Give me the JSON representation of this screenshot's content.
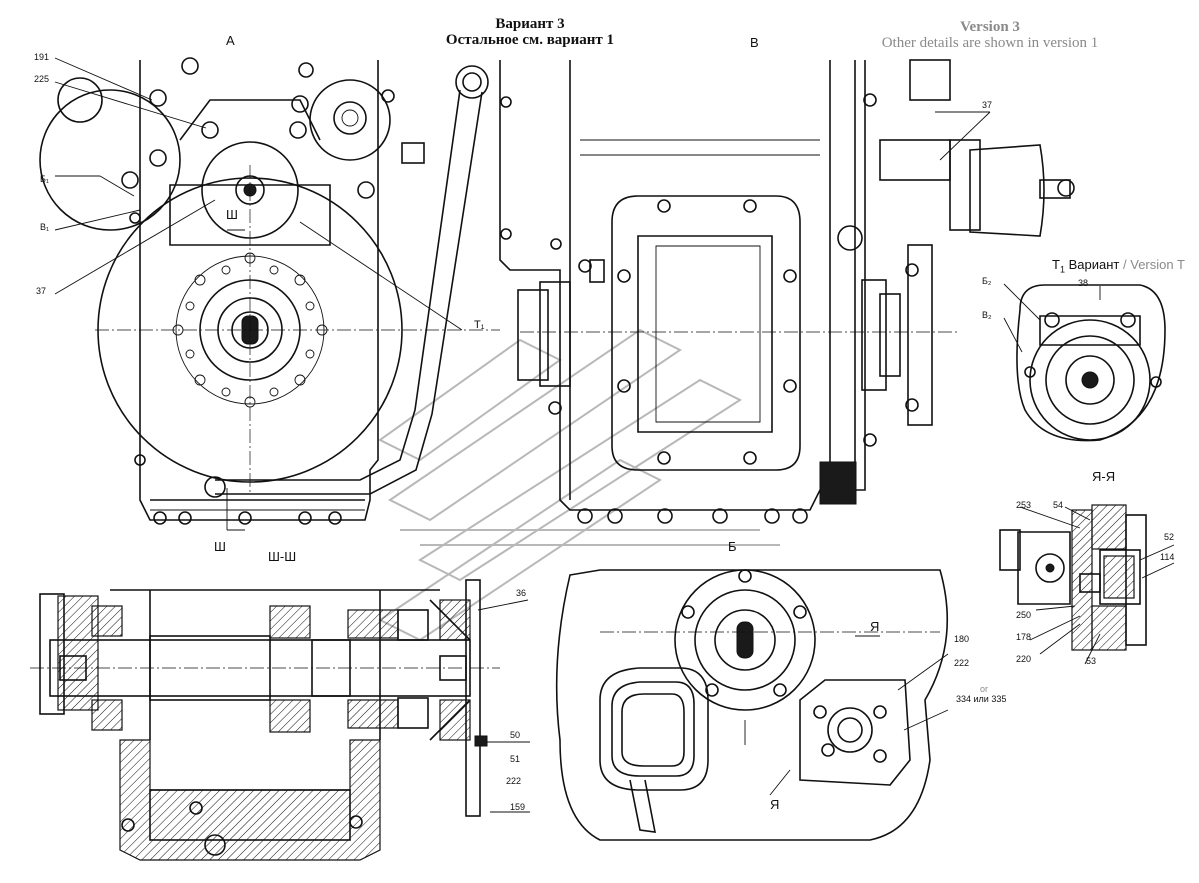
{
  "title": {
    "ru_line1": "Вариант 3",
    "ru_line2": "Остальное см. вариант 1",
    "en_line1": "Version 3",
    "en_line2": "Other details are shown in version 1"
  },
  "views": {
    "a": "А",
    "v": "В",
    "b": "Б",
    "sh_sh": "Ш-Ш",
    "ya_ya": "Я-Я",
    "sh_cut": "Ш",
    "sh_cut2": "Ш",
    "ya_cut_top": "Я",
    "ya_cut_bottom": "Я"
  },
  "variant_t1": {
    "ru": "Вариант",
    "en": "Version",
    "symbol": "T",
    "sub": "1",
    "separator": "/",
    "trail": "T"
  },
  "labels": {
    "p191": "191",
    "p225": "225",
    "b1": "Б₁",
    "v1": "В₁",
    "p37_left": "37",
    "t1": "T₁",
    "p37_right": "37",
    "b2": "Б₂",
    "v2": "В₂",
    "p38": "38",
    "p253": "253",
    "p54": "54",
    "p52": "52",
    "p114": "114",
    "p250": "250",
    "p178": "178",
    "p220": "220",
    "p53": "53",
    "p36": "36",
    "p50": "50",
    "p51": "51",
    "p222_left": "222",
    "p159": "159",
    "p180": "180",
    "p222_right": "222",
    "or_word": "or",
    "p334_335": "334 или 335"
  }
}
